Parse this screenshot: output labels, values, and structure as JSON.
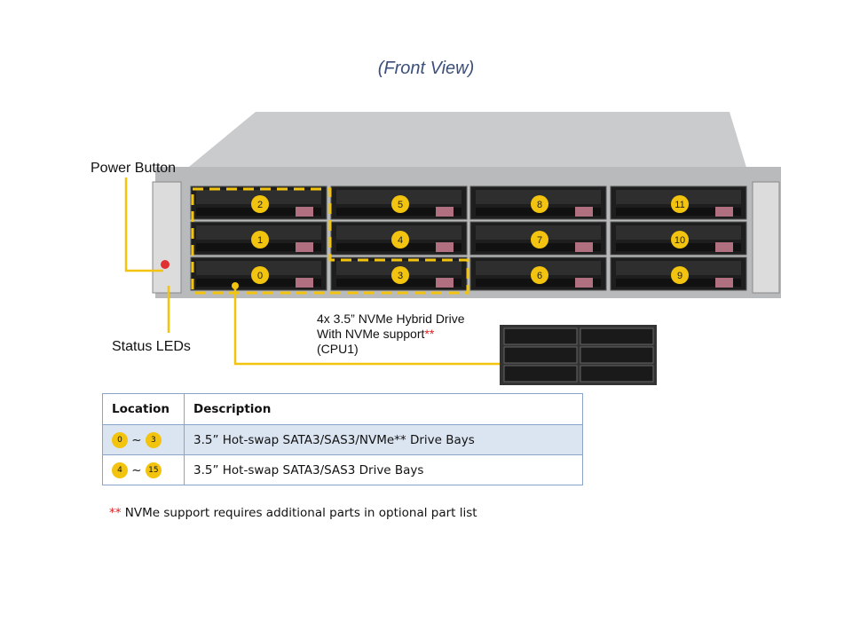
{
  "title": "(Front View)",
  "labels": {
    "power_button": "Power Button",
    "status_leds": "Status LEDs"
  },
  "nvme_callout": {
    "line1": "4x 3.5” NVMe Hybrid Drive",
    "line2": "With NVMe support",
    "line2_mark": "**",
    "line3": "(CPU1)"
  },
  "drive_bays": [
    {
      "column": 1,
      "numbers": [
        "2",
        "1",
        "0"
      ]
    },
    {
      "column": 2,
      "numbers": [
        "5",
        "4",
        "3"
      ]
    },
    {
      "column": 3,
      "numbers": [
        "8",
        "7",
        "6"
      ]
    },
    {
      "column": 4,
      "numbers": [
        "11",
        "10",
        "9"
      ]
    }
  ],
  "table": {
    "headers": [
      "Location",
      "Description"
    ],
    "rows": [
      {
        "from": "0",
        "sep": "~",
        "to": "3",
        "description": "3.5” Hot-swap SATA3/SAS3/NVMe** Drive Bays"
      },
      {
        "from": "4",
        "sep": "~",
        "to": "15",
        "description": "3.5” Hot-swap SATA3/SAS3 Drive Bays"
      }
    ]
  },
  "footnote": {
    "mark": "**",
    "text": " NVMe support requires additional parts in optional part list"
  },
  "colors": {
    "callout": "#f2c40f",
    "title": "#3b4f7a",
    "row_highlight": "#dbe5f1",
    "table_border": "#8aa3c8"
  }
}
